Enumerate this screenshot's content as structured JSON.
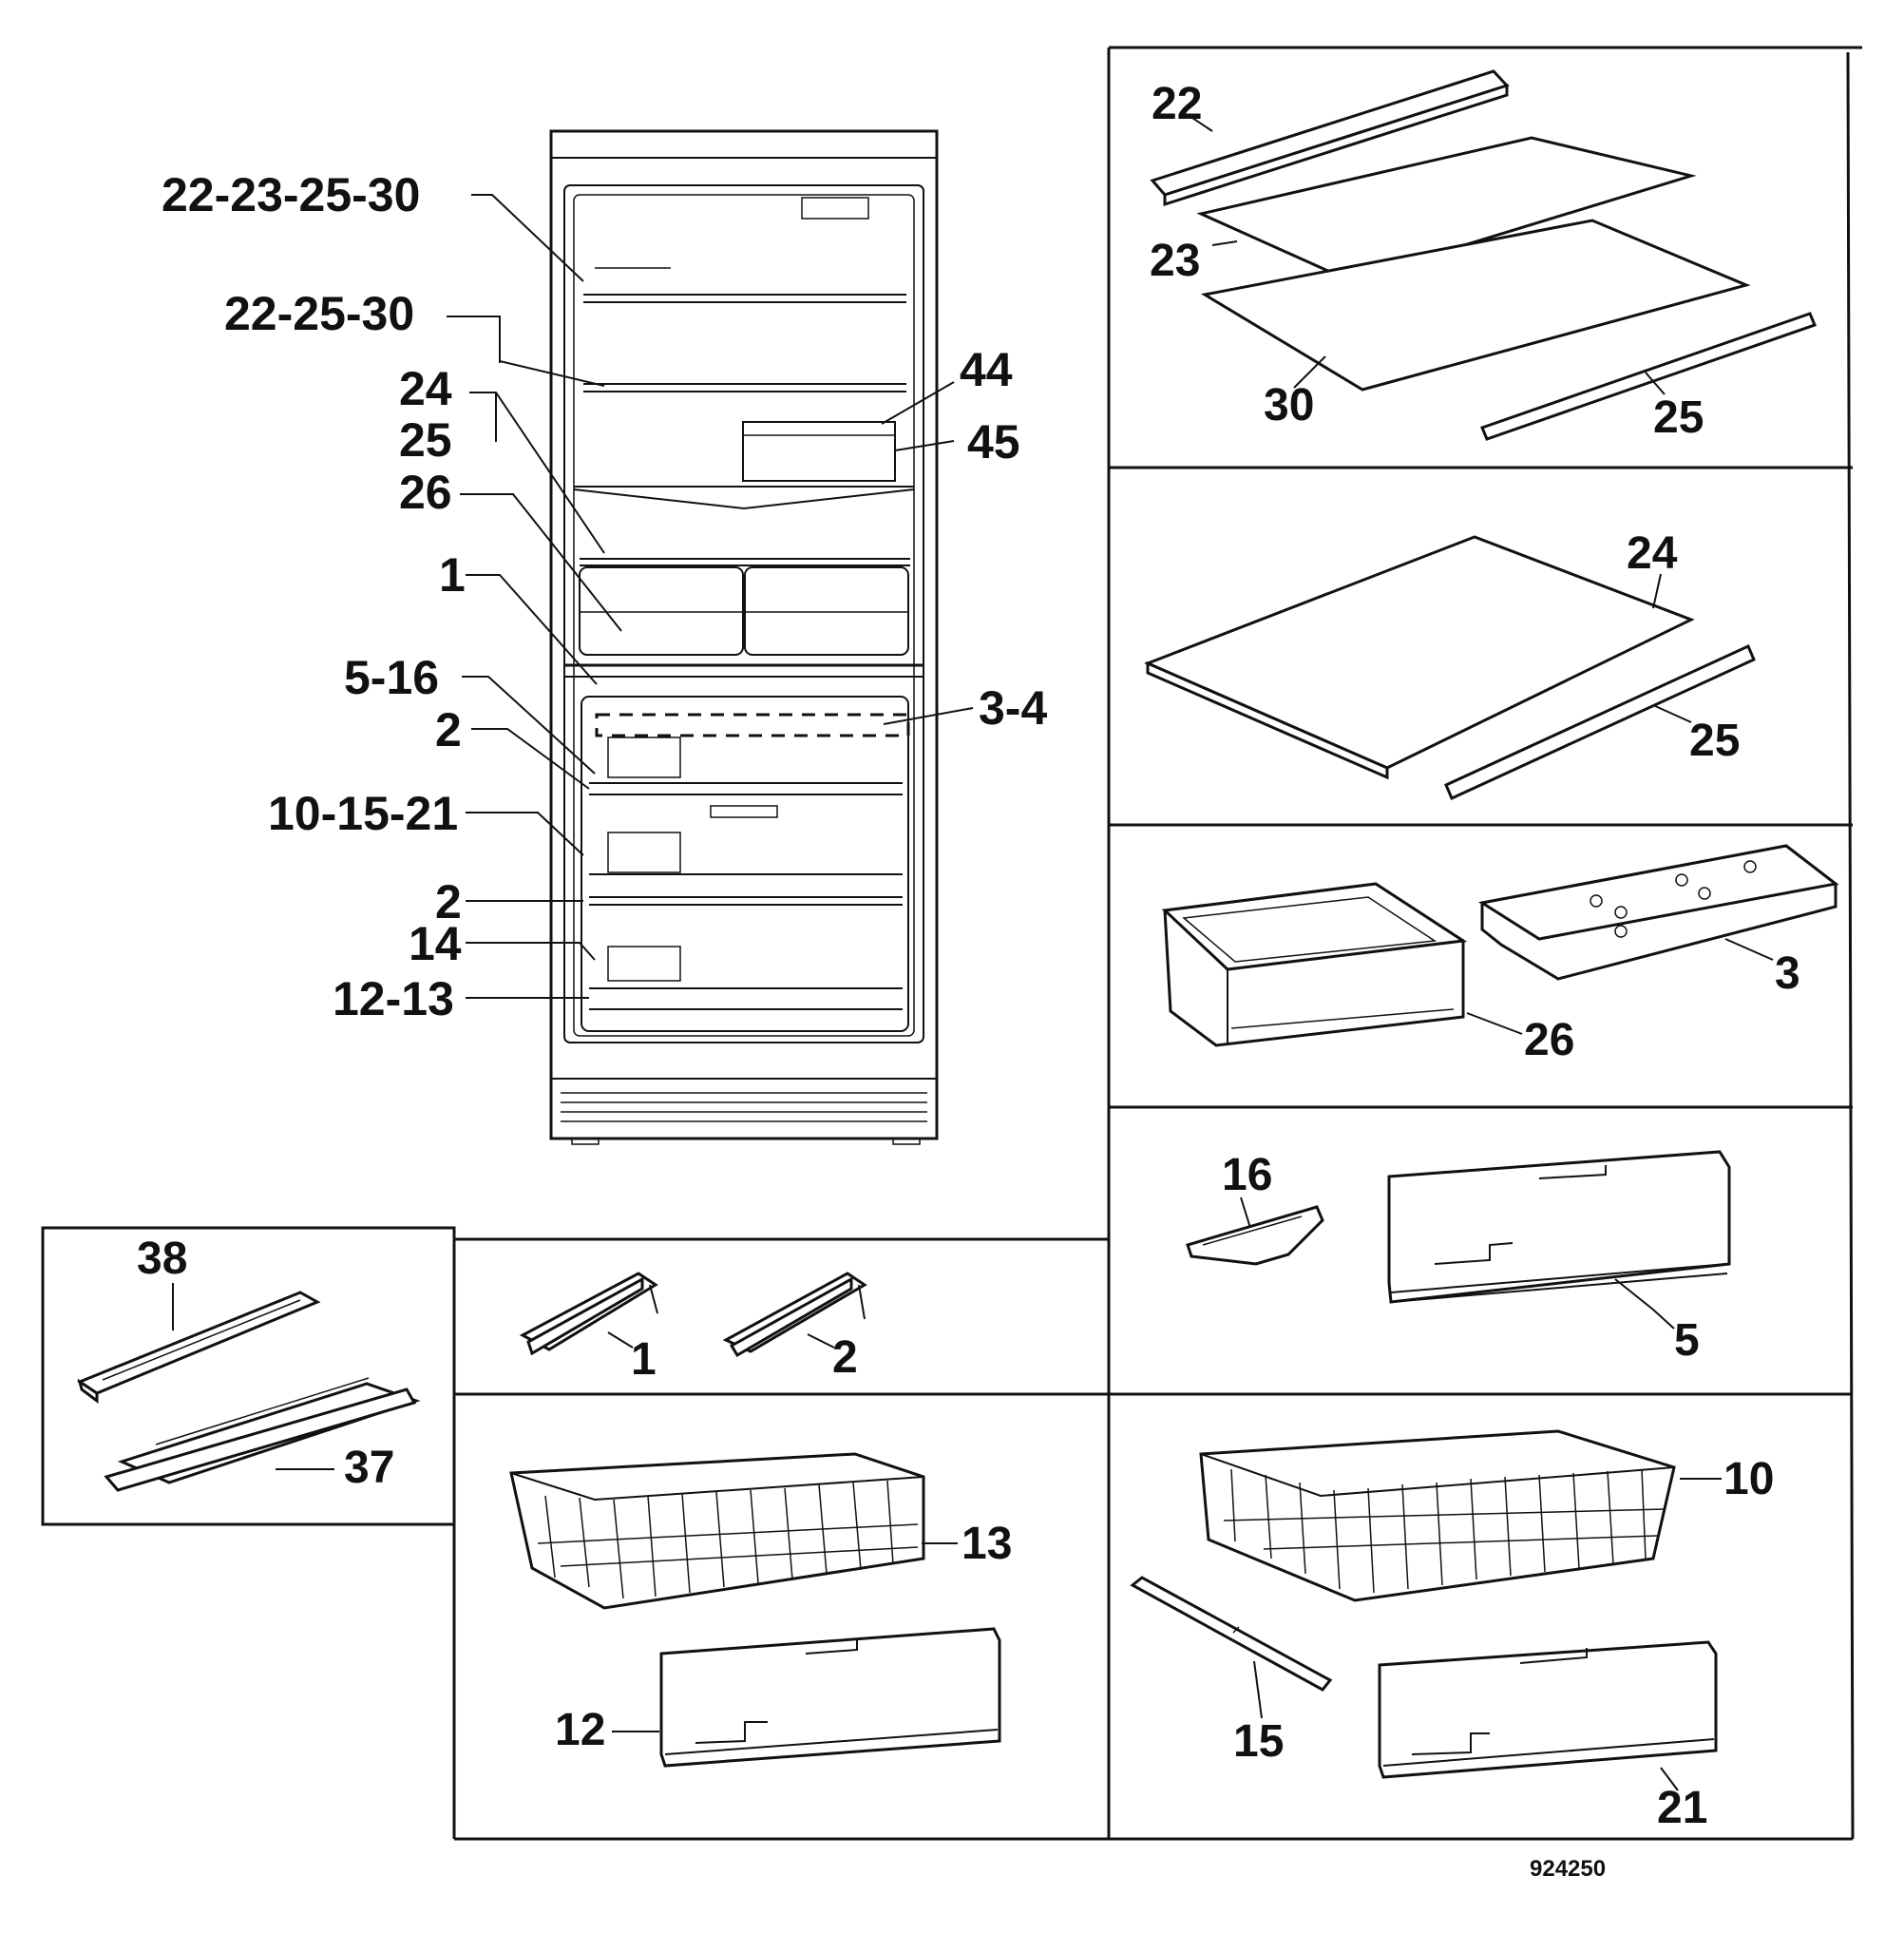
{
  "fridge_callouts": [
    {
      "id": "c-22-23-25-30",
      "text": "22-23-25-30"
    },
    {
      "id": "c-22-25-30",
      "text": "22-25-30"
    },
    {
      "id": "c-24",
      "text": "24"
    },
    {
      "id": "c-25",
      "text": "25"
    },
    {
      "id": "c-26",
      "text": "26"
    },
    {
      "id": "c-1",
      "text": "1"
    },
    {
      "id": "c-5-16",
      "text": "5-16"
    },
    {
      "id": "c-2a",
      "text": "2"
    },
    {
      "id": "c-10-15-21",
      "text": "10-15-21"
    },
    {
      "id": "c-2b",
      "text": "2"
    },
    {
      "id": "c-14",
      "text": "14"
    },
    {
      "id": "c-12-13",
      "text": "12-13"
    },
    {
      "id": "c-44",
      "text": "44"
    },
    {
      "id": "c-45",
      "text": "45"
    },
    {
      "id": "c-3-4",
      "text": "3-4"
    }
  ],
  "panels": {
    "shelf_set": {
      "labels": [
        "22",
        "23",
        "30",
        "25"
      ]
    },
    "glass_shelf": {
      "labels": [
        "24",
        "25"
      ]
    },
    "bin_and_ice": {
      "labels": [
        "26",
        "3"
      ]
    },
    "flap_and_clip": {
      "labels": [
        "16",
        "5"
      ]
    },
    "rails": {
      "labels": [
        "1",
        "2"
      ]
    },
    "door_rack": {
      "labels": [
        "38",
        "37"
      ]
    },
    "basket_left": {
      "labels": [
        "13",
        "12"
      ]
    },
    "basket_right": {
      "labels": [
        "10",
        "15",
        "21"
      ]
    }
  },
  "drawing_code": "924250"
}
